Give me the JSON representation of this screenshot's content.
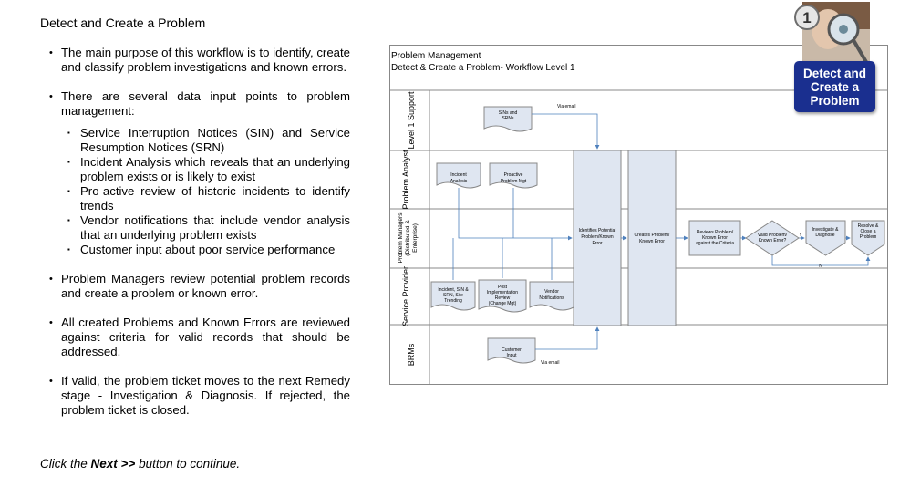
{
  "page": {
    "title": "Detect and Create a Problem",
    "bullets": [
      "The main purpose of this workflow is to identify, create and classify problem investigations and known errors.",
      "There are several data input points to problem management:",
      "Problem Managers review potential problem records and create a problem or known error.",
      "All created Problems and Known Errors are reviewed against criteria for valid records that should be addressed.",
      "If valid, the problem ticket moves to the next Remedy stage - Investigation & Diagnosis. If rejected, the problem ticket is closed."
    ],
    "sub_bullets": [
      "Service Interruption Notices (SIN) and Service Resumption Notices (SRN)",
      "Incident Analysis which reveals that an underlying problem exists or is likely to exist",
      "Pro-active review of historic incidents to identify trends",
      "Vendor notifications that include vendor analysis that an underlying problem exists",
      "Customer input about poor service performance"
    ],
    "footer": {
      "prefix": "Click the ",
      "next": "Next >>",
      "suffix": " button to continue."
    }
  },
  "badge": {
    "number": "1",
    "line1": "Detect and",
    "line2": "Create a",
    "line3": "Problem"
  },
  "diagram": {
    "header1": "Problem Management",
    "header2": "Detect & Create a Problem- Workflow Level 1",
    "lanes": {
      "l1": "Level 1 Support",
      "l2": "Problem Analyst",
      "l3a": "Problem Managers",
      "l3b": "(Distributed &",
      "l3c": "Enterprise)",
      "l4": "Service Provider",
      "l5": "BRMs"
    },
    "nodes": {
      "sins1": "SINs and",
      "sins2": "SRNs",
      "via_email_top": "Via email",
      "inc1": "Incident",
      "inc2": "Analysis",
      "pro1": "Proactive",
      "pro2": "Problem Mgt",
      "idp1": "Identifies Potential",
      "idp2": "Problem/Known",
      "idp3": "Error",
      "cp1": "Creates Problem/",
      "cp2": "Known Error",
      "rev1": "Reviews Problem/",
      "rev2": "Known Error",
      "rev3": "against the Criteria",
      "val1": "Valid Problem/",
      "val2": "Known Error?",
      "inv1": "Investigate &",
      "inv2": "Diagnose",
      "res1": "Resolve &",
      "res2": "Close a",
      "res3": "Problem",
      "y": "Y",
      "n": "N",
      "sp1": "Incident, SIN &",
      "sp2": "SRN, Site",
      "sp3": "Trending",
      "pi1": "Post",
      "pi2": "Implementation",
      "pi3": "Review",
      "pi4": "(Change Mgt)",
      "vn1": "Vendor",
      "vn2": "Notifications",
      "cu1": "Customer",
      "cu2": "Input",
      "via_email_bottom": "Via email"
    }
  },
  "colors": {
    "badge_bg": "#1a2f8f",
    "process_fill": "#dfe6f1",
    "arrow": "#4f81bd",
    "lane_header": "#e8e8e8"
  }
}
